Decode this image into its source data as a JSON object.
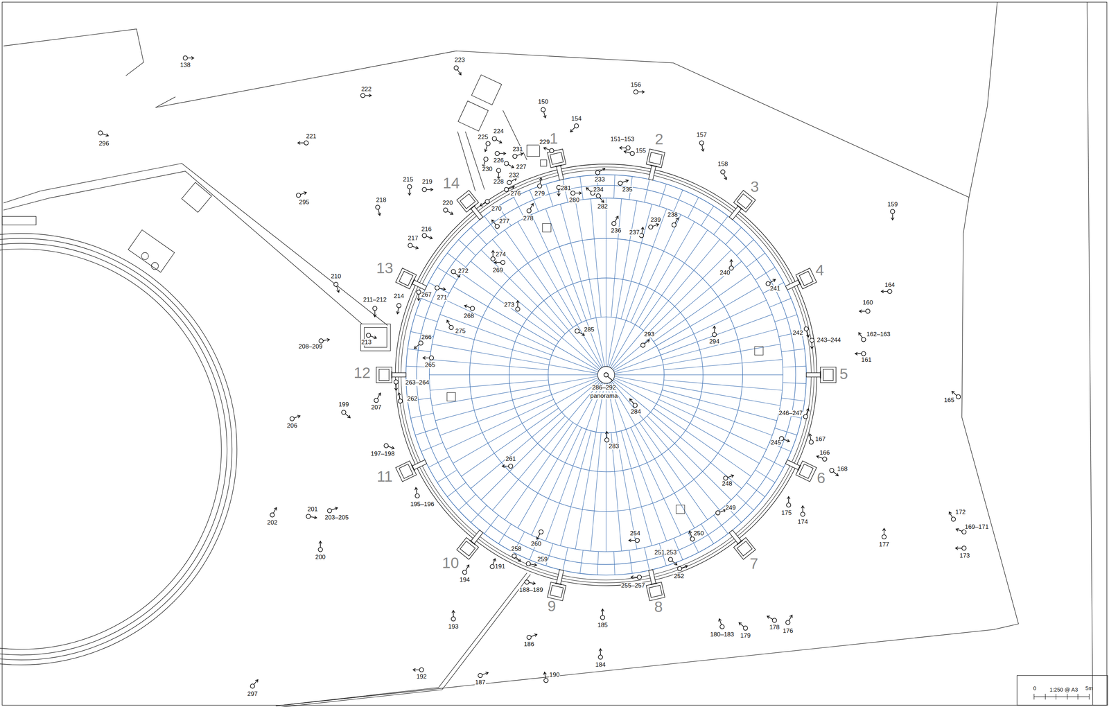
{
  "diagram": {
    "labels": [
      "138",
      "223",
      "222",
      "296",
      "221",
      "150",
      "154",
      "156",
      "151–153",
      "155",
      "157",
      "158",
      "159",
      "164",
      "160",
      "162–163",
      "161",
      "165",
      "167",
      "166",
      "168",
      "172",
      "169–171",
      "173",
      "175",
      "174",
      "177",
      "176",
      "178",
      "179",
      "180–183",
      "185",
      "184",
      "186",
      "187",
      "190",
      "192",
      "193",
      "194",
      "191",
      "297",
      "200",
      "201",
      "203–205",
      "202",
      "195–196",
      "197–198",
      "199",
      "206",
      "207",
      "208–209",
      "210",
      "211–212",
      "213",
      "214",
      "215",
      "219",
      "218",
      "295",
      "220",
      "216",
      "217",
      "224",
      "225",
      "230",
      "226",
      "231",
      "227",
      "228",
      "232",
      "229",
      "233",
      "235",
      "276",
      "279",
      "281",
      "280",
      "234",
      "282",
      "270",
      "278",
      "277",
      "236",
      "237",
      "239",
      "238",
      "240",
      "241",
      "242",
      "243–244",
      "274",
      "269",
      "272",
      "271",
      "267",
      "268",
      "273",
      "275",
      "266",
      "265",
      "263–264",
      "262",
      "285",
      "293",
      "294",
      "284",
      "283",
      "246–247",
      "245",
      "248",
      "249",
      "250",
      "254",
      "261",
      "260",
      "258",
      "259",
      "251,253",
      "252",
      "255–257",
      "188–189",
      "286–292",
      "panorama",
      "1",
      "2",
      "3",
      "4",
      "5",
      "6",
      "7",
      "8",
      "9",
      "10",
      "11",
      "12",
      "13",
      "14",
      "0",
      "1:250 @ A3",
      "5m"
    ]
  }
}
